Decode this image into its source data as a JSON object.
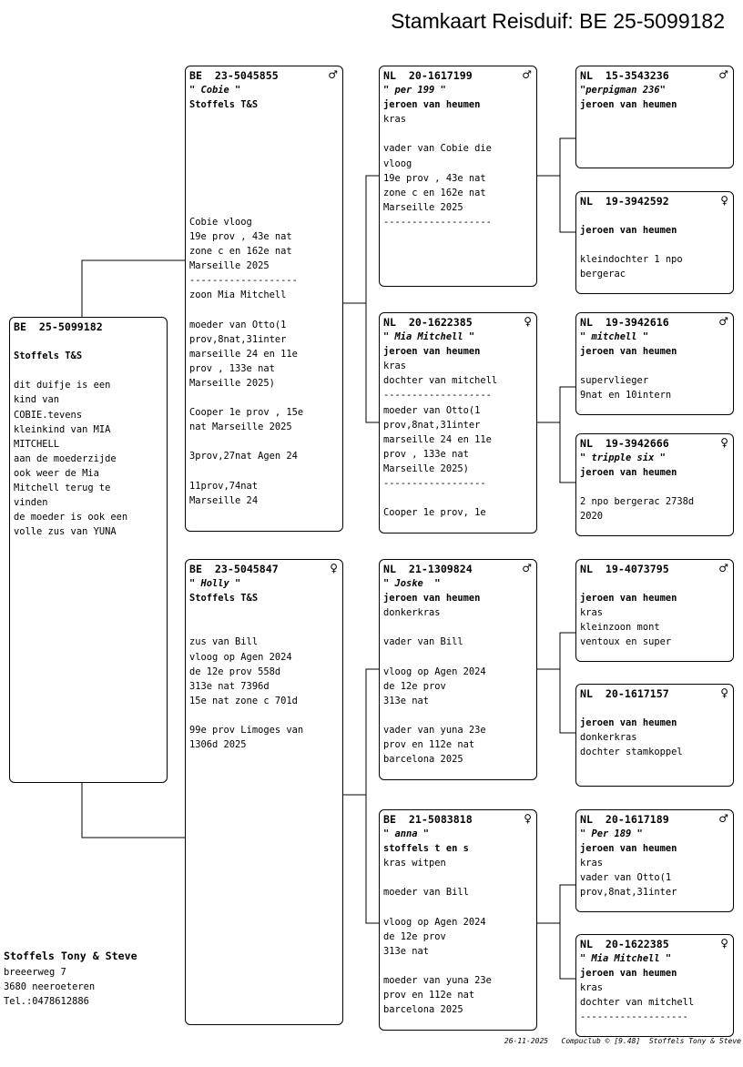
{
  "title": "Stamkaart Reisduif: BE  25-5099182",
  "cards": {
    "subject": {
      "ring": "BE  25-5099182",
      "sex": "",
      "name": "",
      "lines": [
        "",
        "Stoffels T&S",
        "",
        "dit duifje is een",
        "kind van",
        "COBIE.tevens",
        "kleinkind van MIA",
        "MITCHELL",
        "aan de moederzijde",
        "ook weer de Mia",
        "Mitchell terug te",
        "vinden",
        "de moeder is ook een",
        "volle zus van YUNA"
      ]
    },
    "father": {
      "ring": "BE  23-5045855",
      "sex": "♂",
      "name": "\" Cobie \"",
      "lines": [
        "Stoffels T&S",
        "",
        "",
        "",
        "",
        "",
        "",
        "",
        "Cobie vloog",
        "19e prov , 43e nat",
        "zone c en 162e nat",
        "Marseille 2025",
        "-------------------",
        "zoon Mia Mitchell",
        "",
        "moeder van Otto(1",
        "prov,8nat,31inter",
        "marseille 24 en 11e",
        "prov , 133e nat",
        "Marseille 2025)",
        "",
        "Cooper 1e prov , 15e",
        "nat Marseille 2025",
        "",
        "3prov,27nat Agen 24",
        "",
        "11prov,74nat",
        "Marseille 24"
      ]
    },
    "mother": {
      "ring": "BE  23-5045847",
      "sex": "♀",
      "name": "\" Holly \"",
      "lines": [
        "Stoffels T&S",
        "",
        "",
        "zus van Bill",
        "vloog op Agen 2024",
        "de 12e prov 558d",
        "313e nat 7396d",
        "15e nat zone c 701d",
        "",
        "99e prov Limoges van",
        "1306d 2025"
      ]
    },
    "ff": {
      "ring": "NL  20-1617199",
      "sex": "♂",
      "name": "\" per 199 \"",
      "lines": [
        "jeroen van heumen",
        "kras",
        "",
        "vader van Cobie die",
        "vloog",
        "19e prov , 43e nat",
        "zone c en 162e nat",
        "Marseille 2025",
        "-------------------"
      ]
    },
    "fm": {
      "ring": "NL  20-1622385",
      "sex": "♀",
      "name": "\" Mia Mitchell \"",
      "lines": [
        "jeroen van heumen",
        "kras",
        "dochter van mitchell",
        "-------------------",
        "moeder van Otto(1",
        "prov,8nat,31inter",
        "marseille 24 en 11e",
        "prov , 133e nat",
        "Marseille 2025)",
        "------------------",
        "",
        "Cooper 1e prov, 1e"
      ]
    },
    "mf": {
      "ring": "NL  21-1309824",
      "sex": "♂",
      "name": "\" Joske  \"",
      "lines": [
        "jeroen van heumen",
        "donkerkras",
        "",
        "vader van Bill",
        "",
        "vloog op Agen 2024",
        "de 12e prov",
        "313e nat",
        "",
        "vader van yuna 23e",
        "prov en 112e nat",
        "barcelona 2025"
      ]
    },
    "mm": {
      "ring": "BE  21-5083818",
      "sex": "♀",
      "name": "\" anna \"",
      "lines": [
        "stoffels t en s",
        "kras witpen",
        "",
        "moeder van Bill",
        "",
        "vloog op Agen 2024",
        "de 12e prov",
        "313e nat",
        "",
        "moeder van yuna 23e",
        "prov en 112e nat",
        "barcelona 2025"
      ]
    },
    "fff": {
      "ring": "NL  15-3543236",
      "sex": "♂",
      "name": "\"perpigman 236\"",
      "lines": [
        "jeroen van heumen"
      ]
    },
    "ffm": {
      "ring": "NL  19-3942592",
      "sex": "♀",
      "name": "",
      "lines": [
        "jeroen van heumen",
        "",
        "kleindochter 1 npo",
        "bergerac"
      ]
    },
    "fmf": {
      "ring": "NL  19-3942616",
      "sex": "♂",
      "name": "\" mitchell \"",
      "lines": [
        "jeroen van heumen",
        "",
        "supervlieger",
        "9nat en 10intern"
      ]
    },
    "fmm": {
      "ring": "NL  19-3942666",
      "sex": "♀",
      "name": "\" tripple six \"",
      "lines": [
        "jeroen van heumen",
        "",
        "2 npo bergerac 2738d",
        "2020"
      ]
    },
    "mff": {
      "ring": "NL  19-4073795",
      "sex": "♂",
      "name": "",
      "lines": [
        "jeroen van heumen",
        "kras",
        "kleinzoon mont",
        "ventoux en super"
      ]
    },
    "mfm": {
      "ring": "NL  20-1617157",
      "sex": "♀",
      "name": "",
      "lines": [
        "jeroen van heumen",
        "donkerkras",
        "dochter stamkoppel"
      ]
    },
    "mmf": {
      "ring": "NL  20-1617189",
      "sex": "♂",
      "name": "\" Per 189 \"",
      "lines": [
        "jeroen van heumen",
        "kras",
        "vader van Otto(1",
        "prov,8nat,31inter"
      ]
    },
    "mmm": {
      "ring": "NL  20-1622385",
      "sex": "♀",
      "name": "\" Mia Mitchell \"",
      "lines": [
        "jeroen van heumen",
        "kras",
        "dochter van mitchell",
        "-------------------"
      ]
    }
  },
  "owner": {
    "name": "Stoffels Tony & Steve",
    "street": "breeerweg 7",
    "city": "3680  neeroeteren",
    "phone": "Tel.:0478612886"
  },
  "footer": "26-11-2025   Compuclub © [9.48]  Stoffels Tony & Steve"
}
